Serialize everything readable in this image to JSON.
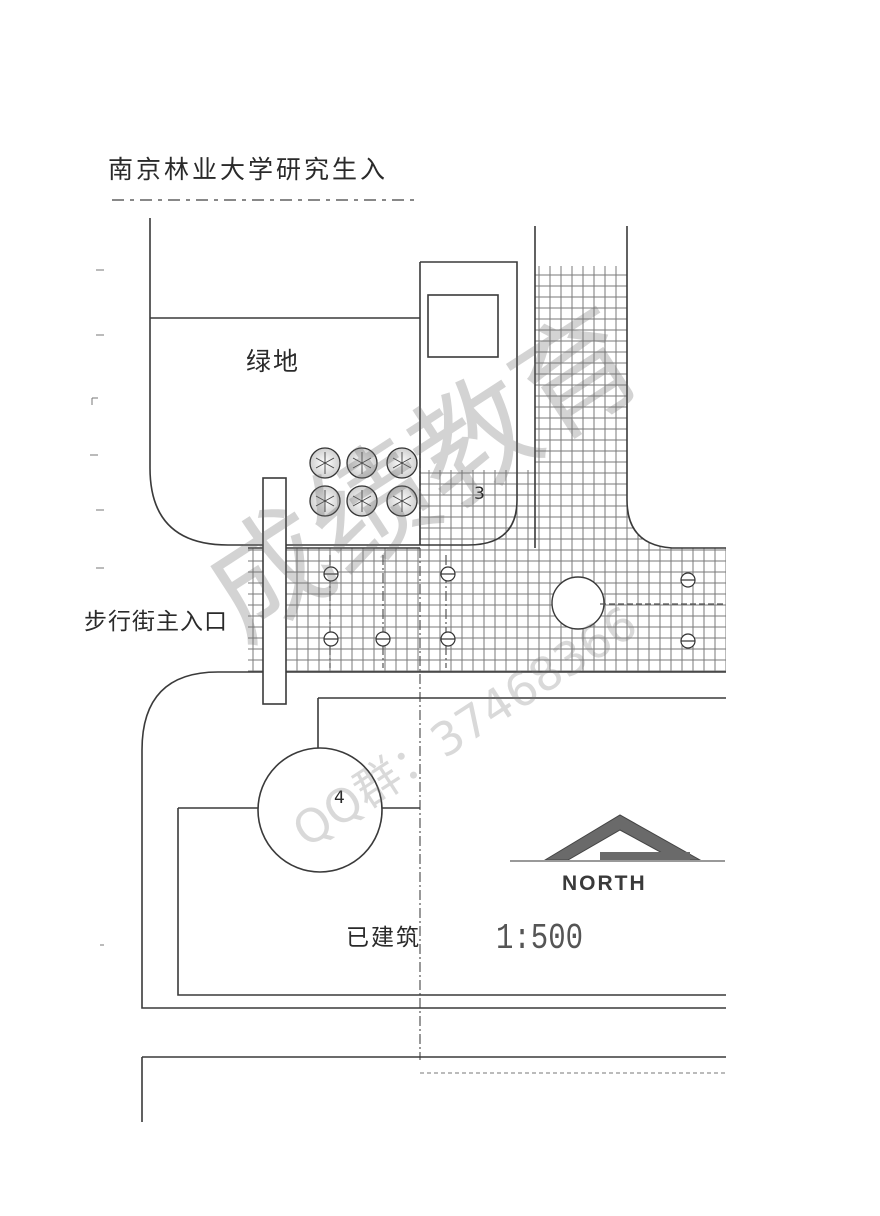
{
  "labels": {
    "title": "南京林业大学研究生入",
    "green_space": "绿地",
    "entrance": "步行街主入口",
    "building": "已建筑",
    "point_3": "3",
    "point_4": "4",
    "north": "NORTH",
    "scale": "1:500"
  },
  "watermark": {
    "main": "成绩教育",
    "qq": "QQ群：37468366"
  },
  "colors": {
    "line": "#3a3a3a",
    "grid": "#7a7a7a"
  }
}
